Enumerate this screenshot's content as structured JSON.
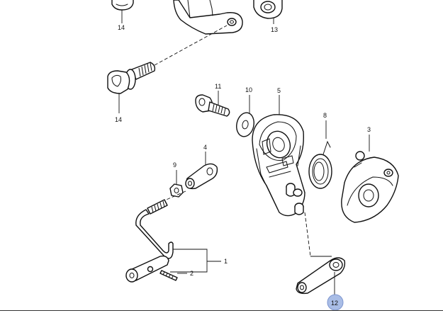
{
  "labels": {
    "part_1": "1",
    "part_2": "2",
    "part_3": "3",
    "part_4": "4",
    "part_5": "5",
    "part_8": "8",
    "part_9": "9",
    "part_10": "10",
    "part_11": "11",
    "part_12": "12",
    "part_13": "13",
    "part_14_top": "14",
    "part_14_mid": "14"
  },
  "highlight": {
    "part": "12",
    "color": "#a9bde6"
  }
}
